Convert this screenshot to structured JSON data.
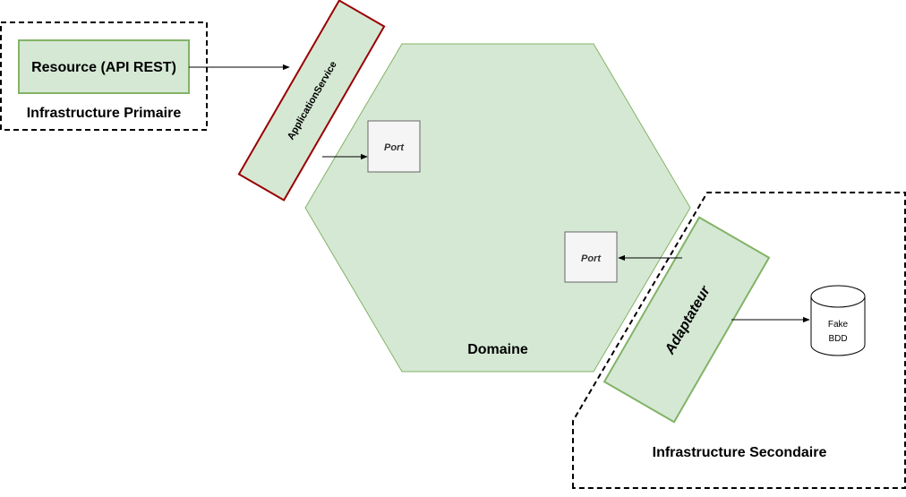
{
  "diagram": {
    "primary_infra": {
      "label": "Infrastructure Primaire",
      "resource_label": "Resource (API REST)"
    },
    "application_service": {
      "label": "ApplicationService"
    },
    "domain": {
      "label": "Domaine",
      "port_top": "Port",
      "port_bottom": "Port"
    },
    "adapter": {
      "label": "Adaptateur"
    },
    "secondary_infra": {
      "label": "Infrastructure Secondaire",
      "db_line1": "Fake",
      "db_line2": "BDD"
    },
    "colors": {
      "green_fill": "#d5e8d4",
      "green_stroke": "#82b366",
      "red_stroke": "#990000",
      "port_fill": "#f5f5f5",
      "port_stroke": "#666666"
    }
  }
}
